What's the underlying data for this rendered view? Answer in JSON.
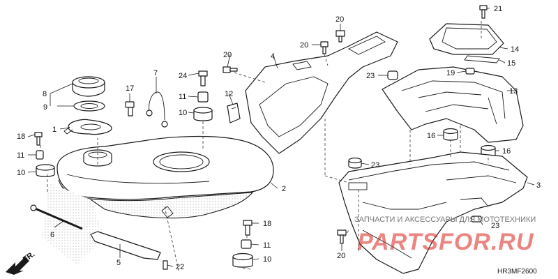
{
  "diagram_code": "HR3MF2600",
  "front_marker": "FR.",
  "watermark": {
    "tagline": "ЗАПЧАСТИ И АКСЕССУАРЫ ДЛЯ МОТОТЕХНИКИ",
    "brand": "PARTSFOR.RU"
  },
  "callouts": {
    "c1": "1",
    "c2": "2",
    "c3": "3",
    "c4": "4",
    "c5": "5",
    "c6": "6",
    "c7": "7",
    "c8": "8",
    "c9": "9",
    "c10a": "10",
    "c10b": "10",
    "c10c": "10",
    "c11a": "11",
    "c11b": "11",
    "c11c": "11",
    "c12": "12",
    "c13": "13",
    "c14": "14",
    "c15": "15",
    "c16a": "16",
    "c16b": "16",
    "c17": "17",
    "c18a": "18",
    "c18b": "18",
    "c19": "19",
    "c20a": "20",
    "c20b": "20",
    "c20c": "20",
    "c20d": "20",
    "c21": "21",
    "c22": "22",
    "c23a": "23",
    "c23b": "23",
    "c23c": "23",
    "c24": "24"
  }
}
